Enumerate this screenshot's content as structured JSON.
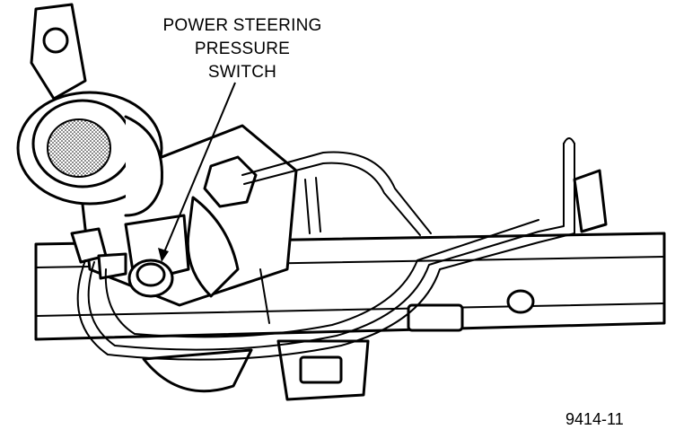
{
  "callout": {
    "lines": [
      "POWER STEERING",
      "PRESSURE",
      "SWITCH"
    ]
  },
  "figure_number": "9414-11",
  "colors": {
    "ink": "#000000",
    "paper": "#ffffff",
    "stipple": "#9a9a9a"
  }
}
